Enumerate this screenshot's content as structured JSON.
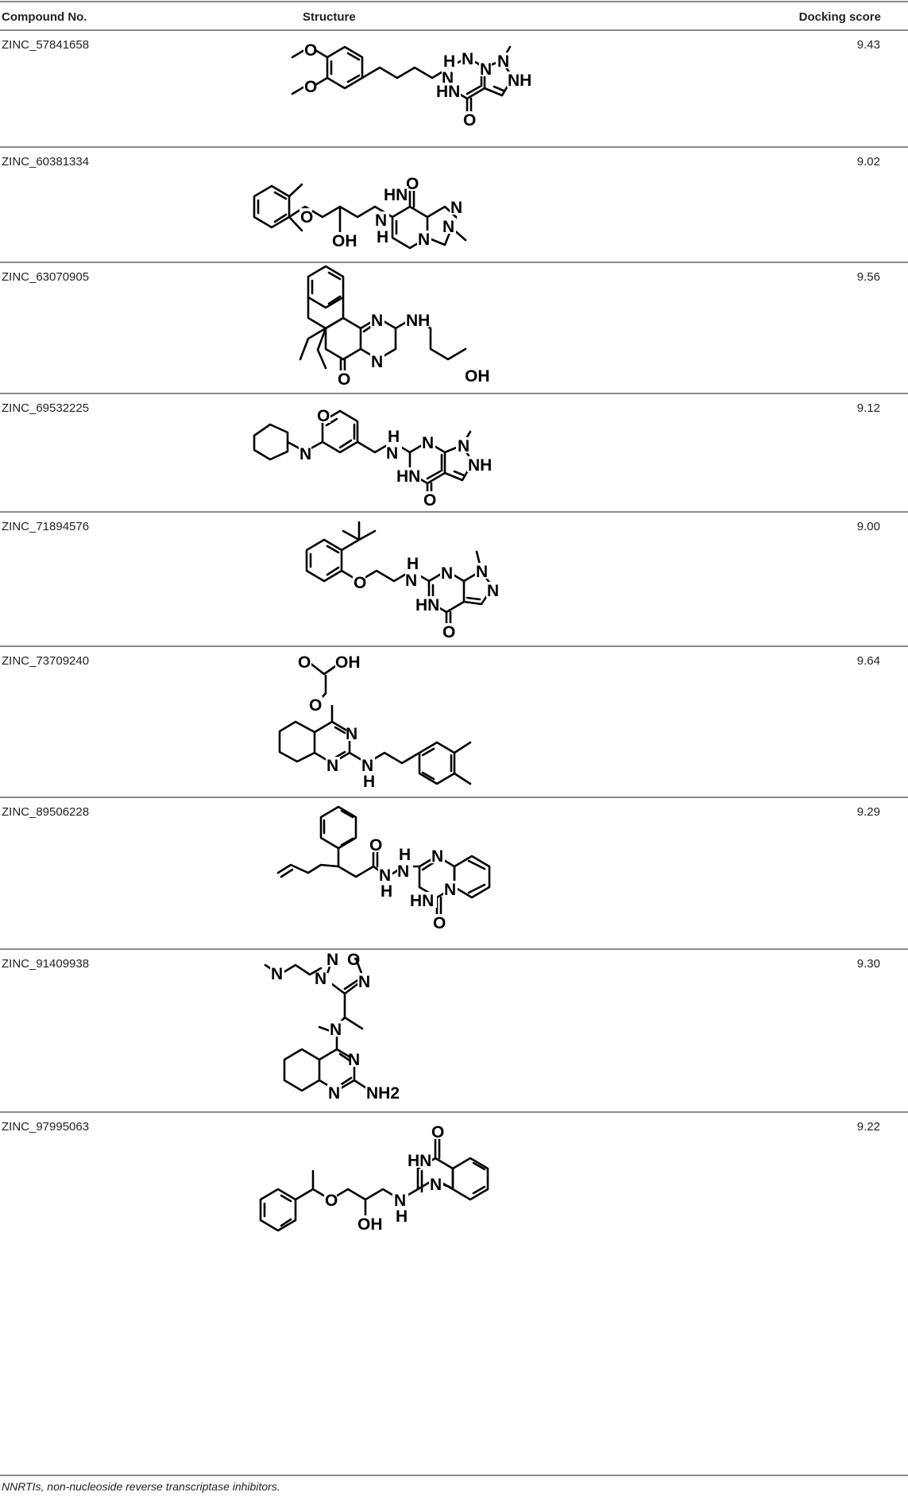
{
  "table": {
    "headers": {
      "compound": "Compound No.",
      "structure": "Structure",
      "score": "Docking score"
    },
    "rows": [
      {
        "compound": "ZINC_57841658",
        "score": "9.43",
        "labels": [
          "O",
          "O",
          "H",
          "N",
          "N",
          "N",
          "N",
          "NH",
          "HN",
          "O"
        ]
      },
      {
        "compound": "ZINC_60381334",
        "score": "9.02",
        "labels": [
          "O",
          "O",
          "HN",
          "N",
          "N",
          "N",
          "N",
          "H",
          "OH"
        ]
      },
      {
        "compound": "ZINC_63070905",
        "score": "9.56",
        "labels": [
          "N",
          "N",
          "NH",
          "O",
          "OH"
        ]
      },
      {
        "compound": "ZINC_69532225",
        "score": "9.12",
        "labels": [
          "N",
          "O",
          "H",
          "N",
          "N",
          "N",
          "NH",
          "HN",
          "O"
        ]
      },
      {
        "compound": "ZINC_71894576",
        "score": "9.00",
        "labels": [
          "O",
          "H",
          "N",
          "N",
          "N",
          "N",
          "HN",
          "O"
        ]
      },
      {
        "compound": "ZINC_73709240",
        "score": "9.64",
        "labels": [
          "O",
          "OH",
          "O",
          "N",
          "N",
          "N",
          "H"
        ]
      },
      {
        "compound": "ZINC_89506228",
        "score": "9.29",
        "labels": [
          "O",
          "H",
          "N",
          "N",
          "N",
          "H",
          "N",
          "HN",
          "O"
        ]
      },
      {
        "compound": "ZINC_91409938",
        "score": "9.30",
        "labels": [
          "N",
          "N",
          "O",
          "N",
          "N",
          "N",
          "N",
          "N",
          "NH2"
        ]
      },
      {
        "compound": "ZINC_97995063",
        "score": "9.22",
        "labels": [
          "O",
          "HN",
          "N",
          "O",
          "N",
          "H",
          "OH"
        ]
      }
    ]
  },
  "footnote": "NNRTIs, non-nucleoside reverse transcriptase inhibitors."
}
